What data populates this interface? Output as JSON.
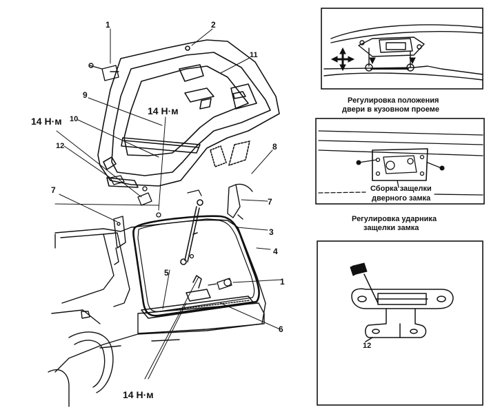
{
  "callouts": {
    "c1_top": "1",
    "c2": "2",
    "c11": "11",
    "c9": "9",
    "c10": "10",
    "c12": "12",
    "c8": "8",
    "c7_right": "7",
    "c7_left": "7",
    "c3": "3",
    "c4": "4",
    "c1_bottom": "1",
    "c5": "5",
    "c6": "6",
    "c12_inset": "12"
  },
  "torques": {
    "t_left": "14 Н·м",
    "t_center": "14 Н·м",
    "t_bottom": "14 Н·м"
  },
  "captions": {
    "inset1_line1": "Регулировка положения",
    "inset1_line2": "двери в кузовном проеме",
    "inset2_line1": "Сборка защелки",
    "inset2_line2": "дверного замка",
    "inset3_line1": "Регулировка ударника",
    "inset3_line2": "защелки замка"
  }
}
